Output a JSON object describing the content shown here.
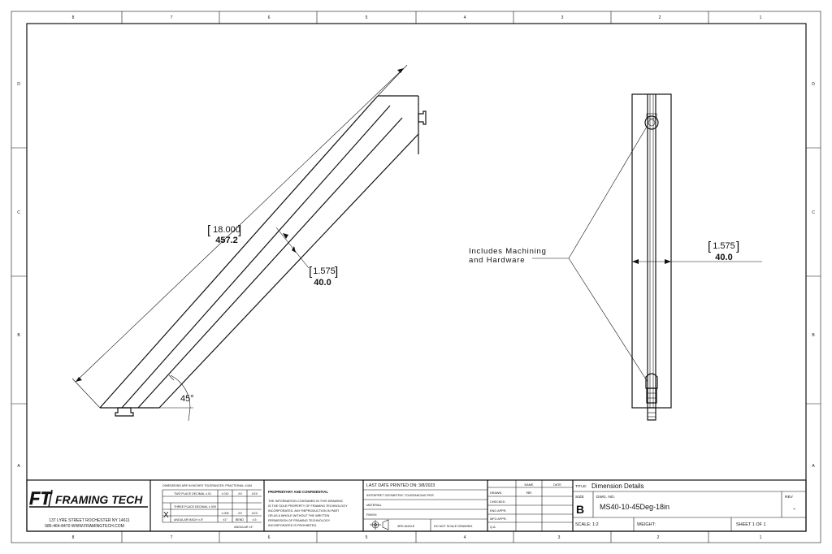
{
  "border": {
    "columns": [
      "8",
      "7",
      "6",
      "5",
      "4",
      "3",
      "2",
      "1"
    ],
    "rows": [
      "D",
      "C",
      "B",
      "A"
    ]
  },
  "left_view": {
    "length_in": "18.000",
    "length_mm": "457.2",
    "width_in": "1.575",
    "width_mm": "40.0",
    "angle": "45°"
  },
  "right_view": {
    "note_line1": "Includes Machining",
    "note_line2": "and Hardware",
    "width_in": "1.575",
    "width_mm": "40.0"
  },
  "title_block": {
    "logo_text": "FT",
    "company": "FRAMING TECH",
    "address_line1": "137 LYRE STREET ROCHESTER NY 14611",
    "address_line2": "585-464-8470 WWW.FRAMINGTECH.COM",
    "tol_header": "DIMENSIONS ARE IN INCHES TOLERANCES: FRACTIONAL ±1/64",
    "tol_rows": [
      [
        "TWO PLACE DECIMAL ±.01",
        "±.010",
        ".XX",
        ".XXX"
      ],
      [
        "THREE PLACE DECIMAL ±.005",
        "±.005",
        ".XX",
        ".XXX"
      ],
      [
        "ANGULAR MACH ±.5°",
        "±1°",
        "BEND",
        "±.5"
      ]
    ],
    "tol_x_mark": "X",
    "tol_footer": "ANGULAR ±1°",
    "prop_title": "PROPRIETARY AND CONFIDENTIAL",
    "prop_lines": [
      "THE INFORMATION CONTAINED IN THIS DRAWING",
      "IS THE SOLE PROPERTY OF FRAMING TECHNOLOGY",
      "INCORPORATED. ANY REPRODUCTION IN PART",
      "OR AS A WHOLE WITHOUT THE WRITTEN",
      "PERMISSION OF FRAMING TECHNOLOGY",
      "INCORPORATED IS PROHIBITED."
    ],
    "last_printed": "LAST DATE PRINTED ON: 3/8/2023",
    "interpret": "INTERPRET GEOMETRIC TOLERANCING PER",
    "material_label": "MATERIAL",
    "finish_label": "FINISH",
    "third_angle": "3RD ANGLE",
    "do_not_scale": "DO NOT SCALE DRAWING",
    "name_header": "NAME",
    "date_header": "DATE",
    "drawn_label": "DRAWN",
    "drawn_by": "NH",
    "checked_label": "CHECKED",
    "eng_appr_label": "ENG APPR.",
    "mfg_appr_label": "MFG APPR.",
    "qa_label": "Q.A.",
    "title_label": "TITLE:",
    "title_value": "Dimension Details",
    "size_label": "SIZE",
    "size_value": "B",
    "dwg_no_label": "DWG. NO.",
    "dwg_no_value": "MS40-10-45Deg-18in",
    "rev_label": "REV",
    "rev_value": "-",
    "scale_label": "SCALE: 1:2",
    "weight_label": "WEIGHT:",
    "sheet_label": "SHEET 1 OF 1"
  }
}
